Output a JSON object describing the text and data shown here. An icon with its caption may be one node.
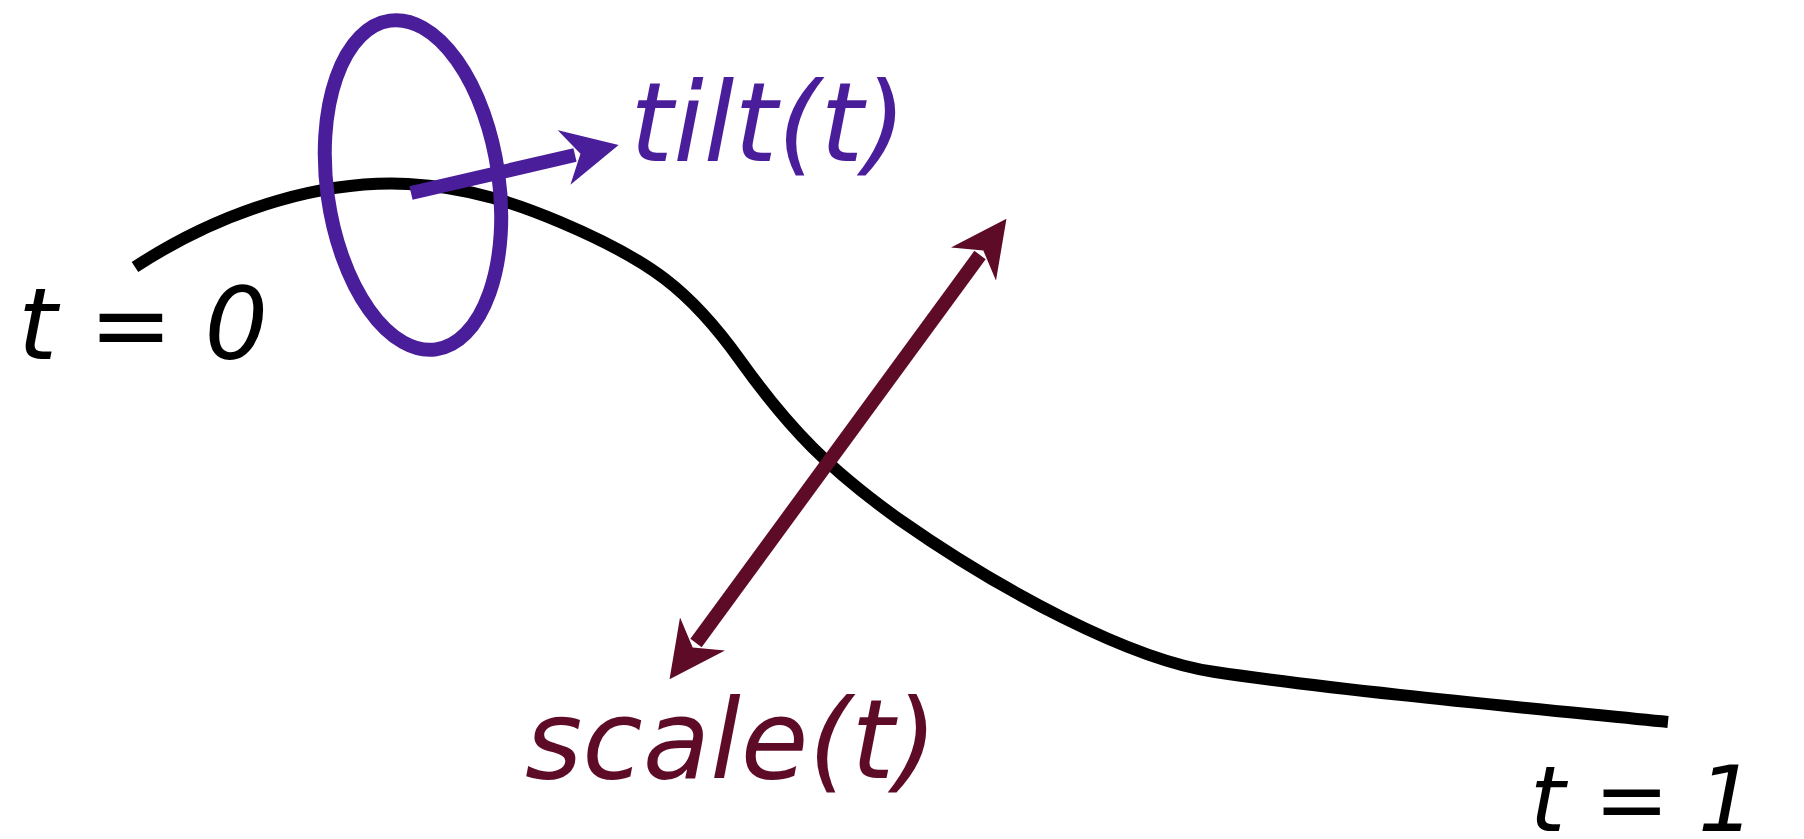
{
  "diagram": {
    "labels": [
      "tilt(t)",
      "t = 0",
      "scale(t)",
      "t = 1"
    ]
  }
}
